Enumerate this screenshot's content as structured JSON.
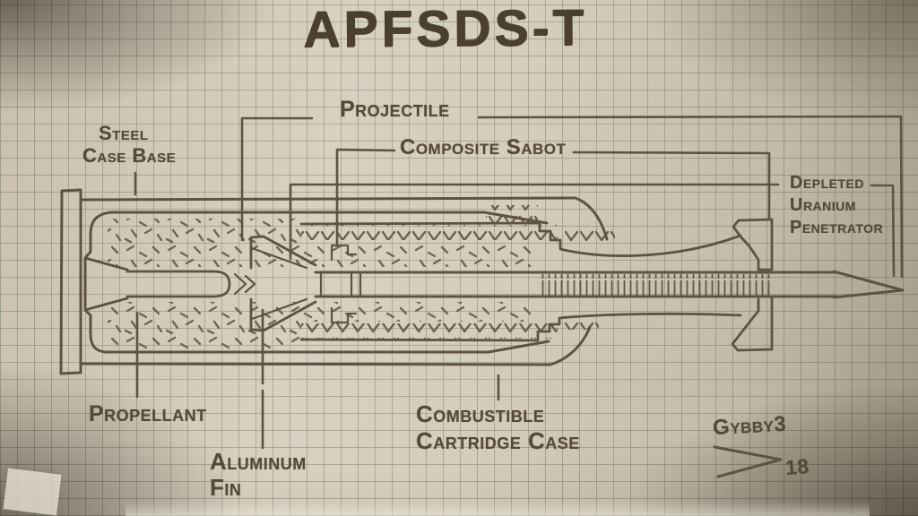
{
  "title": "APFSDS-T",
  "diagram": {
    "subject": "APFSDS-T tank round cross-section, hand drawn in pencil on graph paper",
    "labels": {
      "projectile": "Projectile",
      "composite_sabot": "Composite Sabot",
      "steel_case_base": [
        "Steel",
        "Case Base"
      ],
      "depleted_uranium_penetrator": [
        "Depleted",
        "Uranium",
        "Penetrator"
      ],
      "propellant": "Propellant",
      "aluminum_fin": [
        "Aluminum",
        "Fin"
      ],
      "combustible_cartridge_case": [
        "Combustible",
        "Cartridge Case"
      ]
    }
  },
  "signature": {
    "name": "Gybby3",
    "year": "18"
  },
  "colors": {
    "paper": "#d5cdbb",
    "grid_line": "#7a8476",
    "pencil": "#5d5243",
    "marker_title": "#4a402d"
  }
}
